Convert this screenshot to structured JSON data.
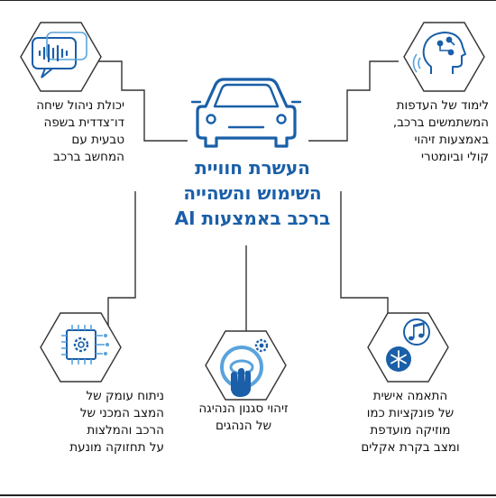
{
  "title_lines": [
    "העשרת חוויית",
    "השימוש והשהייה",
    "ברכב באמצעות AI"
  ],
  "colors": {
    "accent": "#1a5fa8",
    "icon_light": "#5aa3dc",
    "hexagon_stroke": "#333333",
    "lines": "#333333"
  },
  "nodes": {
    "top_left": {
      "icon": "speech-bubble-waveform-icon",
      "lines": [
        "יכולת ניהול שיחה",
        "דו־צדדית בשפה",
        "טבעית עם",
        "המחשב ברכב"
      ]
    },
    "top_right": {
      "icon": "head-circuit-icon",
      "lines": [
        "לימוד של העדפות",
        "המשתמשים ברכב,",
        "באמצעות זיהוי",
        "קולי וביומטרי"
      ]
    },
    "bottom_left": {
      "icon": "chip-gear-icon",
      "lines": [
        "ניתוח עומק של",
        "המצב המכני של",
        "הרכב והמלצות",
        "על תחזוקה מונעת"
      ]
    },
    "bottom_middle": {
      "icon": "steering-hand-gear-icon",
      "lines": [
        "זיהוי סגנון הנהיגה",
        "של הנהגים"
      ]
    },
    "bottom_right": {
      "icon": "music-snowflake-icon",
      "lines": [
        "התאמה אישית",
        "של פונקציות כמו",
        "מוזיקה מועדפת",
        "ומצב בקרת אקלים"
      ]
    }
  },
  "center_icon": "car-front-icon"
}
